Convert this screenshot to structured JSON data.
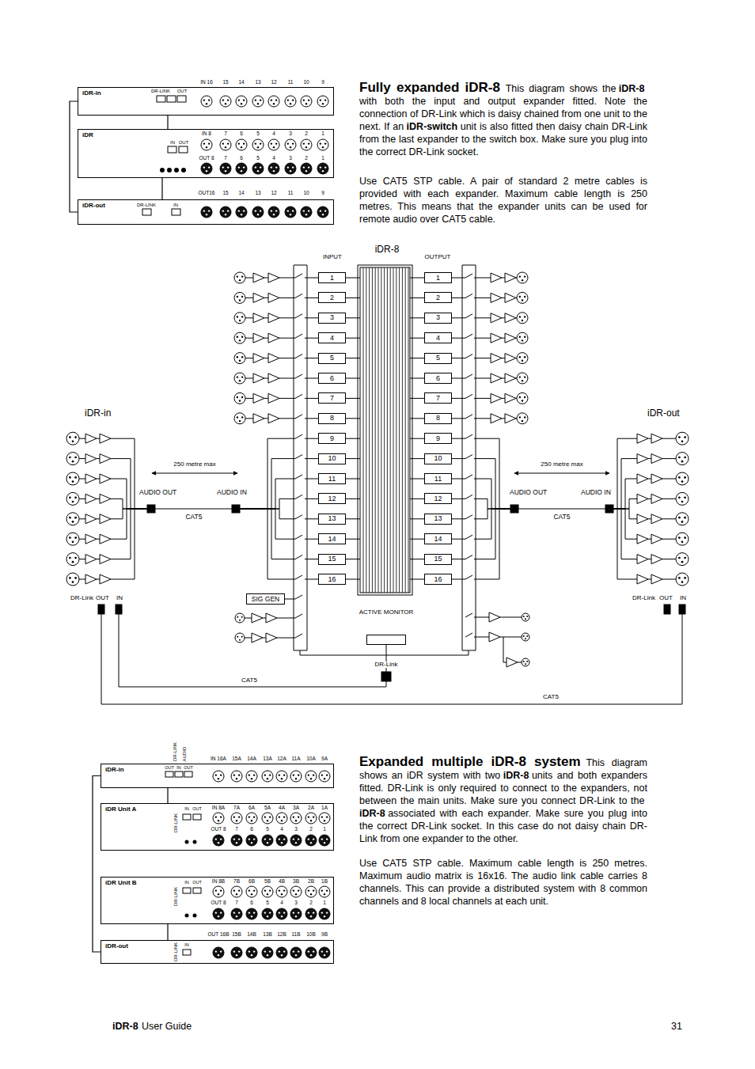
{
  "diagram": {
    "nodes": [
      {
        "text": [
          "iDR-in"
        ]
      },
      {
        "text": [
          "iDR"
        ]
      },
      {
        "text": [
          "iDR-out"
        ]
      },
      {
        "text": [
          "1"
        ]
      },
      {
        "text": [
          "2"
        ]
      },
      {
        "text": [
          "3"
        ]
      },
      {
        "text": [
          "4"
        ]
      },
      {
        "text": [
          "5"
        ]
      },
      {
        "text": [
          "6"
        ]
      },
      {
        "text": [
          "7"
        ]
      },
      {
        "text": [
          "8"
        ]
      },
      {
        "text": [
          "9"
        ]
      },
      {
        "text": [
          "10"
        ]
      },
      {
        "text": [
          "11"
        ]
      },
      {
        "text": [
          "12"
        ]
      },
      {
        "text": [
          "13"
        ]
      },
      {
        "text": [
          "14"
        ]
      },
      {
        "text": [
          "15"
        ]
      },
      {
        "text": [
          "16"
        ]
      },
      {
        "text": [
          "1"
        ]
      },
      {
        "text": [
          "2"
        ]
      },
      {
        "text": [
          "3"
        ]
      },
      {
        "text": [
          "4"
        ]
      },
      {
        "text": [
          "5"
        ]
      },
      {
        "text": [
          "6"
        ]
      },
      {
        "text": [
          "7"
        ]
      },
      {
        "text": [
          "8"
        ]
      },
      {
        "text": [
          "9"
        ]
      },
      {
        "text": [
          "10"
        ]
      },
      {
        "text": [
          "11"
        ]
      },
      {
        "text": [
          "12"
        ]
      },
      {
        "text": [
          "13"
        ]
      },
      {
        "text": [
          "14"
        ]
      },
      {
        "text": [
          "15"
        ]
      },
      {
        "text": [
          "16"
        ]
      },
      {
        "text": [
          "SIG GEN"
        ]
      },
      {
        "text": [
          "ACTIVE MONITOR"
        ]
      },
      {
        "text": [
          "iDR-in"
        ]
      },
      {
        "text": [
          "iDR Unit A"
        ]
      },
      {
        "text": [
          "iDR Unit B"
        ]
      },
      {
        "text": [
          "iDR-out"
        ]
      }
    ],
    "edges": [
      {
        "from": 0,
        "to": 1,
        "arrow": "none"
      },
      {
        "from": 1,
        "to": 2,
        "arrow": "none"
      },
      {
        "from": 0,
        "to": 2,
        "arrow": "none"
      },
      {
        "from": 37,
        "to": 38,
        "arrow": "none"
      },
      {
        "from": 39,
        "to": 40,
        "arrow": "none"
      },
      {
        "from": 37,
        "to": 40,
        "arrow": "none"
      }
    ],
    "labels": [
      "DR-LINK",
      "OUT",
      "IN 16",
      "15",
      "14",
      "13",
      "12",
      "11",
      "10",
      "9",
      "IN 8",
      "7",
      "6",
      "5",
      "4",
      "3",
      "2",
      "1",
      "IN",
      "OUT",
      "OUT 8",
      "7",
      "6",
      "5",
      "4",
      "3",
      "2",
      "1",
      "OUT16",
      "15",
      "14",
      "13",
      "12",
      "11",
      "10",
      "9",
      "DR-LINK",
      "IN",
      "Fully expanded iDR-8",
      "This diagram shows the",
      "iDR-8",
      "with both the input and output expander fitted. Note the connection of DR-Link which is daisy chained from one unit to the next. If an",
      "iDR-switch",
      "unit is also fitted then daisy chain DR-Link from the last expander to the switch box. Make sure you plug into the correct DR-Link socket.",
      "Use CAT5 STP cable. A pair of standard 2 metre cables is provided with each expander. Maximum cable length is 250 metres. This means that the expander units can be used for remote audio over CAT5 cable.",
      "iDR-8",
      "INPUT",
      "OUTPUT",
      "iDR-in",
      "iDR-out",
      "250 metre max",
      "AUDIO OUT",
      "AUDIO IN",
      "CAT5",
      "250 metre max",
      "AUDIO OUT",
      "AUDIO IN",
      "CAT5",
      "DR-Link",
      "OUT",
      "IN",
      "DR-Link",
      "OUT",
      "IN",
      "DR-Link",
      "CAT5",
      "CAT5",
      "DR-LINK",
      "AUDIO",
      "OUT",
      "IN",
      "OUT",
      "IN 16A",
      "15A",
      "14A",
      "13A",
      "12A",
      "11A",
      "10A",
      "9A",
      "DR-LINK",
      "IN",
      "OUT",
      "IN 8A",
      "7A",
      "6A",
      "5A",
      "4A",
      "3A",
      "2A",
      "1A",
      "OUT 8",
      "7",
      "6",
      "5",
      "4",
      "3",
      "2",
      "1",
      "DR-LINK",
      "IN",
      "OUT",
      "IN 8B",
      "7B",
      "6B",
      "5B",
      "4B",
      "3B",
      "2B",
      "1B",
      "OUT 8",
      "7",
      "6",
      "5",
      "4",
      "3",
      "2",
      "1",
      "DR-LINK",
      "IN",
      "OUT 16B",
      "15B",
      "14B",
      "13B",
      "12B",
      "11B",
      "10B",
      "9B",
      "Expanded multiple iDR-8 system",
      "This diagram shows an iDR system with two",
      "iDR-8",
      "units and both expanders fitted. DR-Link is only required to connect to the expanders, not between the main units. Make sure you connect DR-Link to the",
      "iDR-8",
      "associated with each expander. Make sure you plug into the correct DR-Link socket. In this case do not daisy chain DR-Link from one expander to the other.",
      "Use CAT5 STP cable. Maximum cable length is 250 metres. Maximum audio matrix is 16x16. The audio link cable carries 8 channels. This can provide a distributed system with 8 common channels and 8 local channels at each unit.",
      "iDR-8",
      "User Guide",
      "31"
    ]
  }
}
